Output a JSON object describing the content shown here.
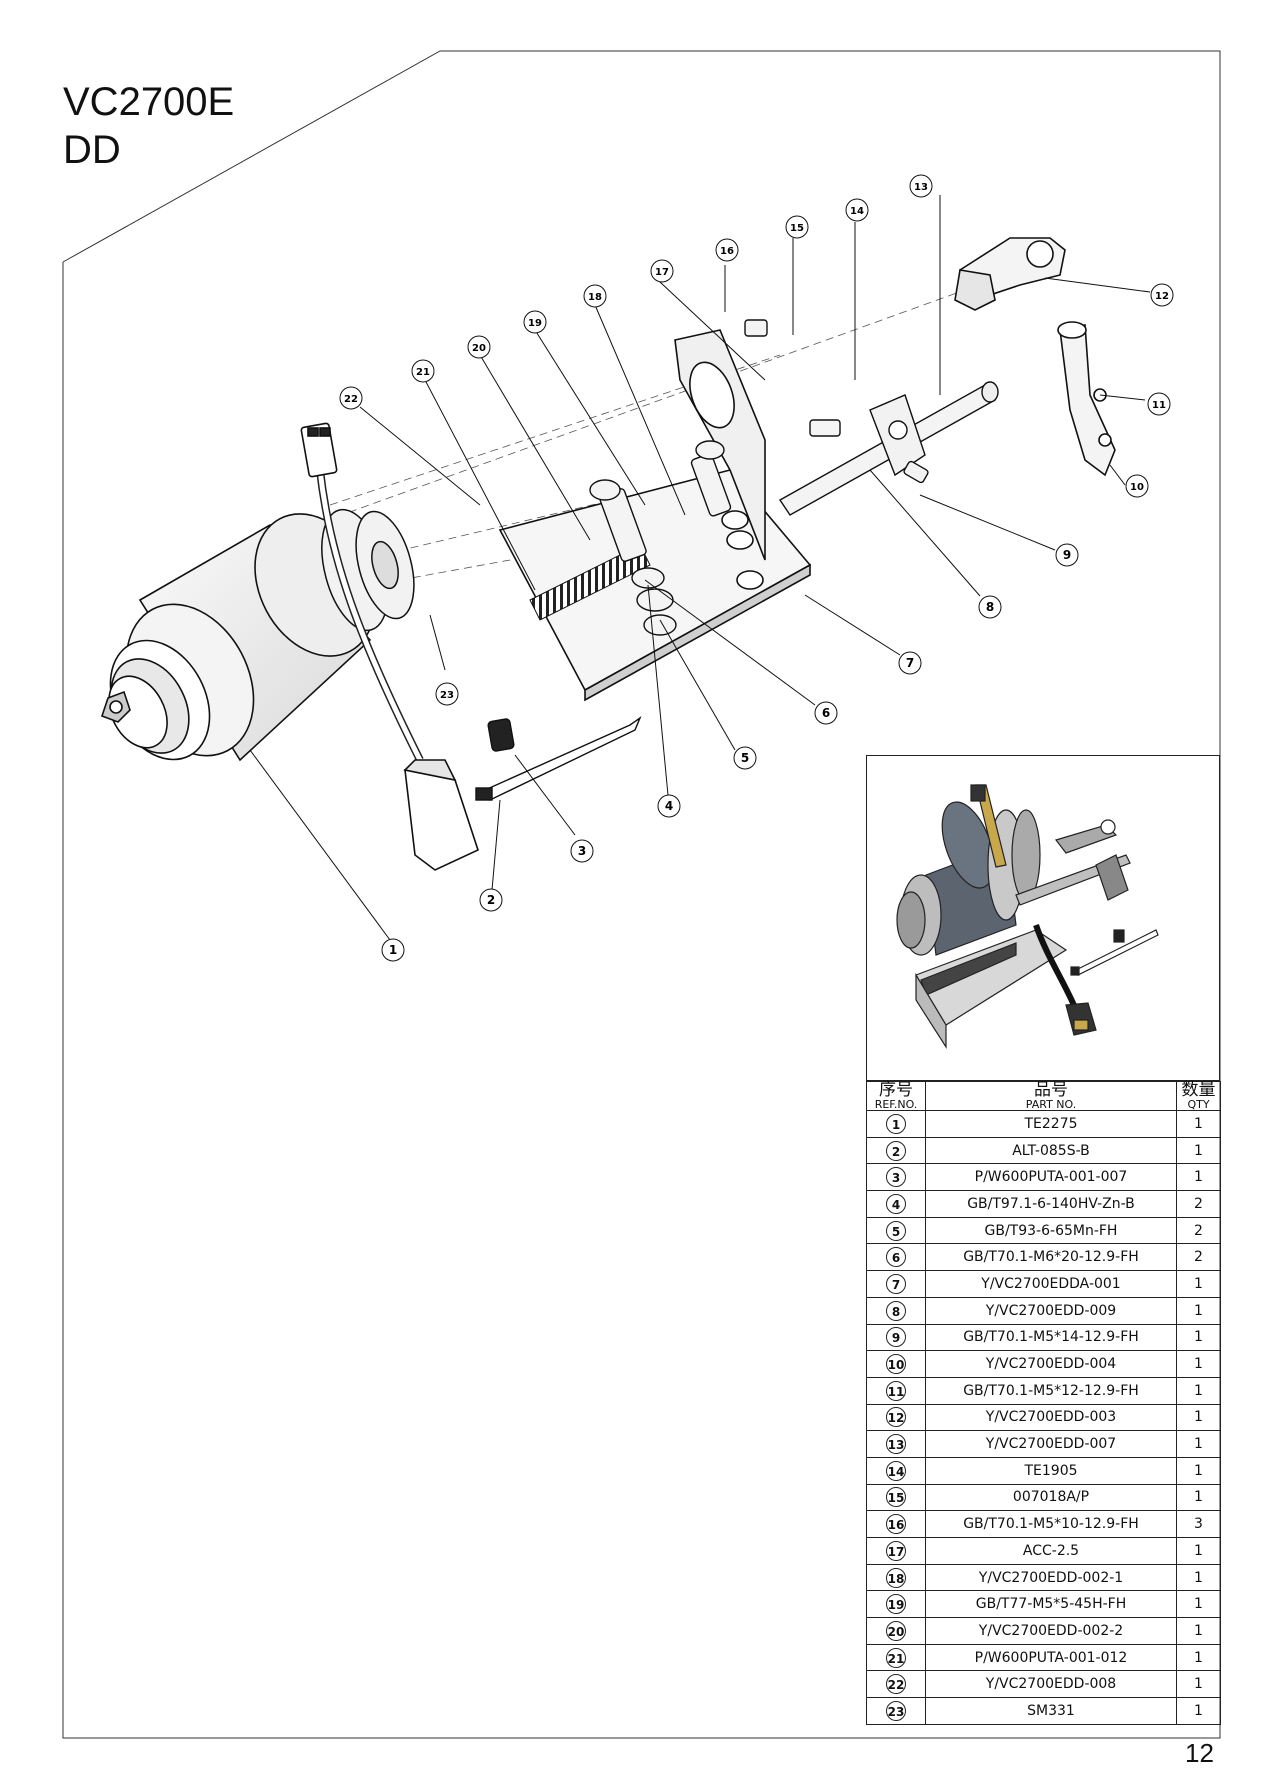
{
  "header": {
    "model": "VC2700E",
    "sub": "DD"
  },
  "page_number": "12",
  "callouts": [
    "1",
    "2",
    "3",
    "4",
    "5",
    "6",
    "7",
    "8",
    "9",
    "10",
    "11",
    "12",
    "13",
    "14",
    "15",
    "16",
    "17",
    "18",
    "19",
    "20",
    "21",
    "22",
    "23"
  ],
  "parts_table": {
    "headers": {
      "ref_cn": "序号",
      "ref_en": "REF.NO.",
      "part_cn": "品号",
      "part_en": "PART NO.",
      "qty_cn": "数量",
      "qty_en": "QTY"
    },
    "rows": [
      {
        "ref": "1",
        "part": "TE2275",
        "qty": "1"
      },
      {
        "ref": "2",
        "part": "ALT-085S-B",
        "qty": "1"
      },
      {
        "ref": "3",
        "part": "P/W600PUTA-001-007",
        "qty": "1"
      },
      {
        "ref": "4",
        "part": "GB/T97.1-6-140HV-Zn-B",
        "qty": "2"
      },
      {
        "ref": "5",
        "part": "GB/T93-6-65Mn-FH",
        "qty": "2"
      },
      {
        "ref": "6",
        "part": "GB/T70.1-M6*20-12.9-FH",
        "qty": "2"
      },
      {
        "ref": "7",
        "part": "Y/VC2700EDDA-001",
        "qty": "1"
      },
      {
        "ref": "8",
        "part": "Y/VC2700EDD-009",
        "qty": "1"
      },
      {
        "ref": "9",
        "part": "GB/T70.1-M5*14-12.9-FH",
        "qty": "1"
      },
      {
        "ref": "10",
        "part": "Y/VC2700EDD-004",
        "qty": "1"
      },
      {
        "ref": "11",
        "part": "GB/T70.1-M5*12-12.9-FH",
        "qty": "1"
      },
      {
        "ref": "12",
        "part": "Y/VC2700EDD-003",
        "qty": "1"
      },
      {
        "ref": "13",
        "part": "Y/VC2700EDD-007",
        "qty": "1"
      },
      {
        "ref": "14",
        "part": "TE1905",
        "qty": "1"
      },
      {
        "ref": "15",
        "part": "007018A/P",
        "qty": "1"
      },
      {
        "ref": "16",
        "part": "GB/T70.1-M5*10-12.9-FH",
        "qty": "3"
      },
      {
        "ref": "17",
        "part": "ACC-2.5",
        "qty": "1"
      },
      {
        "ref": "18",
        "part": "Y/VC2700EDD-002-1",
        "qty": "1"
      },
      {
        "ref": "19",
        "part": "GB/T77-M5*5-45H-FH",
        "qty": "1"
      },
      {
        "ref": "20",
        "part": "Y/VC2700EDD-002-2",
        "qty": "1"
      },
      {
        "ref": "21",
        "part": "P/W600PUTA-001-012",
        "qty": "1"
      },
      {
        "ref": "22",
        "part": "Y/VC2700EDD-008",
        "qty": "1"
      },
      {
        "ref": "23",
        "part": "SM331",
        "qty": "1"
      }
    ]
  }
}
